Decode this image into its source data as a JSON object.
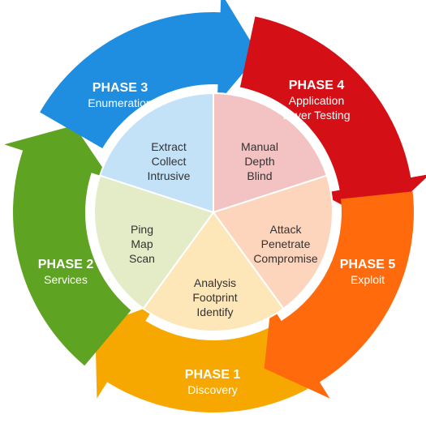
{
  "phases": [
    {
      "title": "PHASE 1",
      "subtitle": [
        "Discovery"
      ],
      "color": "#f7a800",
      "inner": [
        "Analysis",
        "Footprint",
        "Identify"
      ],
      "inner_color": "#fde6b8"
    },
    {
      "title": "PHASE 2",
      "subtitle": [
        "Services"
      ],
      "color": "#5fa322",
      "inner": [
        "Ping",
        "Map",
        "Scan"
      ],
      "inner_color": "#e3ebc7"
    },
    {
      "title": "PHASE 3",
      "subtitle": [
        "Enumeration"
      ],
      "color": "#1f8ee0",
      "inner": [
        "Extract",
        "Collect",
        "Intrusive"
      ],
      "inner_color": "#c3e1f7"
    },
    {
      "title": "PHASE 4",
      "subtitle": [
        "Application",
        "Layer Testing"
      ],
      "color": "#d40f16",
      "inner": [
        "Manual",
        "Depth",
        "Blind"
      ],
      "inner_color": "#f3c2c3"
    },
    {
      "title": "PHASE 5",
      "subtitle": [
        "Exploit"
      ],
      "color": "#ff6a0d",
      "inner": [
        "Attack",
        "Penetrate",
        "Compromise"
      ],
      "inner_color": "#fdd5bd"
    }
  ]
}
